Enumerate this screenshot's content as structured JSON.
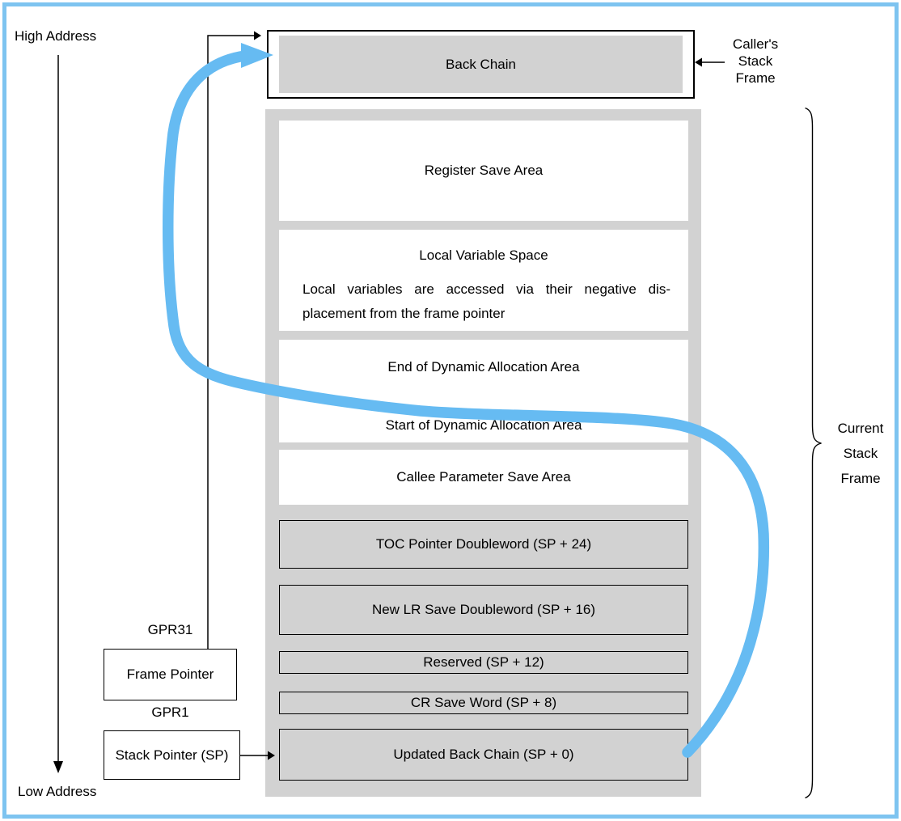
{
  "colors": {
    "accent_blue": "#66BBF2",
    "frame_border_blue": "#7EC4F0",
    "gray_fill": "#D2D2D2"
  },
  "address_axis": {
    "high": "High Address",
    "low": "Low Address"
  },
  "caller_frame_label": "Caller's Stack Frame",
  "current_frame_label": "Current Stack Frame",
  "back_chain_label": "Back Chain",
  "registers": {
    "gpr31": "GPR31",
    "frame_pointer": "Frame Pointer",
    "gpr1": "GPR1",
    "stack_pointer": "Stack Pointer (SP)"
  },
  "stack_frame": {
    "register_save_area": "Register Save Area",
    "local_variable_space": {
      "title": "Local Variable Space",
      "line1": "Local variables are accessed via their negative dis-",
      "line2": "placement from the frame pointer"
    },
    "dynamic_allocation": {
      "end": "End of Dynamic Allocation Area",
      "start": "Start of Dynamic Allocation Area"
    },
    "callee_parameter_save_area": "Callee Parameter Save Area",
    "toc_pointer": "TOC Pointer Doubleword (SP + 24)",
    "new_lr_save": "New LR Save Doubleword (SP + 16)",
    "reserved": "Reserved (SP + 12)",
    "cr_save_word": "CR Save Word (SP + 8)",
    "updated_back_chain": "Updated Back Chain (SP + 0)"
  }
}
